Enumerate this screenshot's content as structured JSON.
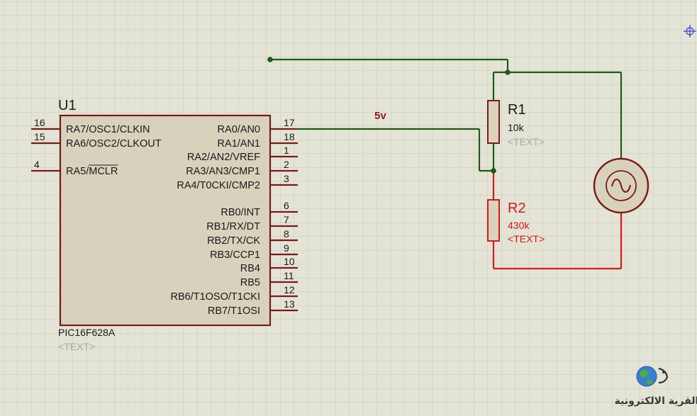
{
  "colors": {
    "background": "#e4e4d6",
    "grid": "#cacab9",
    "component_outline": "#7a1a1a",
    "component_fill": "#d8d2bc",
    "wire_green": "#1d5a1d",
    "wire_red": "#d81818",
    "active_text": "#d81818",
    "dim_text": "#a8a8a0"
  },
  "mcu": {
    "ref": "U1",
    "part": "PIC16F628A",
    "text_placeholder": "<TEXT>",
    "left_pins": [
      {
        "num": "16",
        "label": "RA7/OSC1/CLKIN"
      },
      {
        "num": "15",
        "label": "RA6/OSC2/CLKOUT"
      },
      {
        "num": "4",
        "label": "RA5/MCLR",
        "overline": "MCLR"
      }
    ],
    "right_pins": [
      {
        "num": "17",
        "label": "RA0/AN0"
      },
      {
        "num": "18",
        "label": "RA1/AN1"
      },
      {
        "num": "1",
        "label": "RA2/AN2/VREF"
      },
      {
        "num": "2",
        "label": "RA3/AN3/CMP1"
      },
      {
        "num": "3",
        "label": "RA4/T0CKI/CMP2"
      },
      {
        "num": "6",
        "label": "RB0/INT"
      },
      {
        "num": "7",
        "label": "RB1/RX/DT"
      },
      {
        "num": "8",
        "label": "RB2/TX/CK"
      },
      {
        "num": "9",
        "label": "RB3/CCP1"
      },
      {
        "num": "10",
        "label": "RB4"
      },
      {
        "num": "11",
        "label": "RB5"
      },
      {
        "num": "12",
        "label": "RB6/T1OSO/T1CKI"
      },
      {
        "num": "13",
        "label": "RB7/T1OSI"
      }
    ]
  },
  "r1": {
    "ref": "R1",
    "value": "10k",
    "text_placeholder": "<TEXT>"
  },
  "r2": {
    "ref": "R2",
    "value": "430k",
    "text_placeholder": "<TEXT>"
  },
  "net_label": "5v",
  "source_icon": "ac-voltage-source-icon",
  "logo": {
    "text": "القرية الالكترونية",
    "icon": "globe-logo-icon"
  },
  "origin_marker_icon": "crosshair-icon"
}
